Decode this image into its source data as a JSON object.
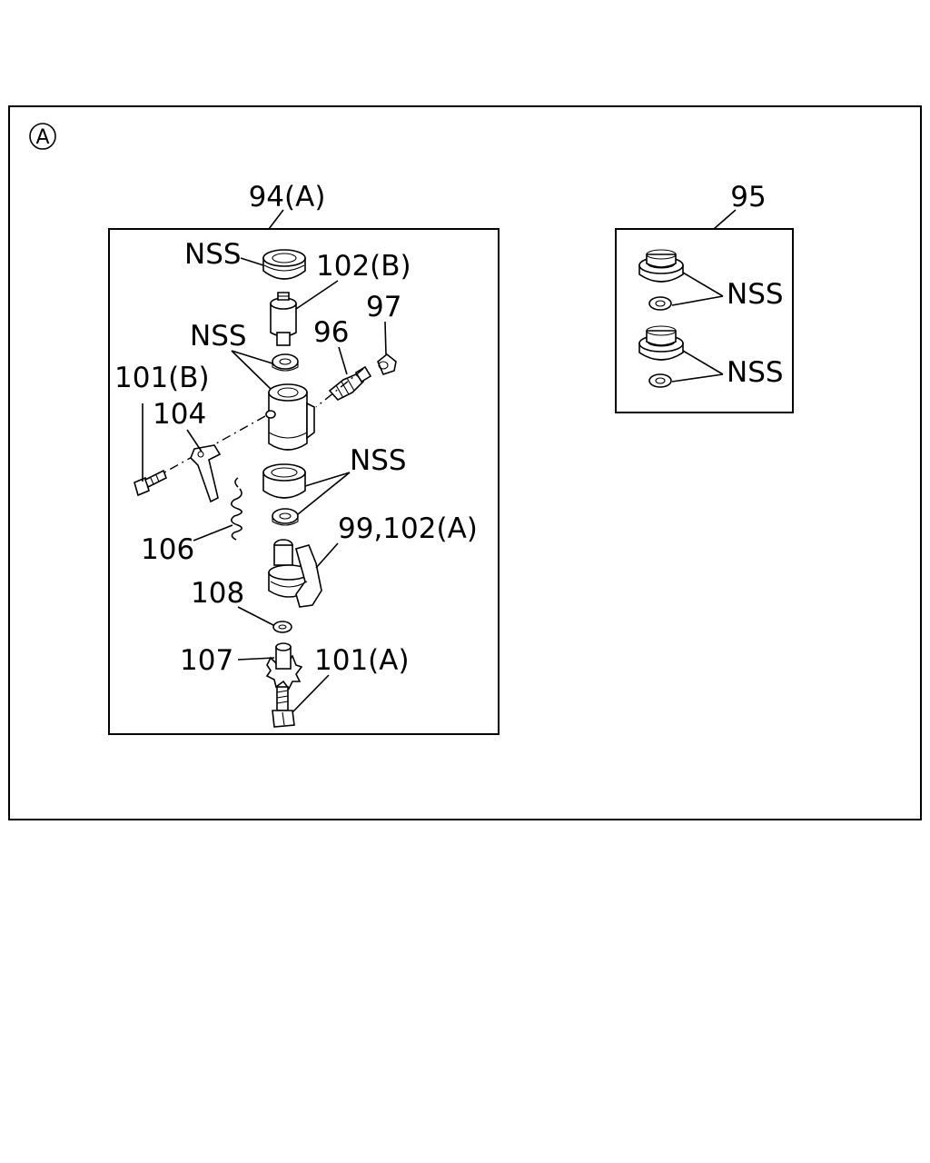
{
  "section_mark": "A",
  "group_left": {
    "title": "94(A)",
    "labels": {
      "nss_top": "NSS",
      "p102b": "102(B)",
      "p97": "97",
      "nss_mid": "NSS",
      "p96": "96",
      "p101b": "101(B)",
      "p104": "104",
      "nss_lower": "NSS",
      "p106": "106",
      "p99_102a": "99,102(A)",
      "p108": "108",
      "p107": "107",
      "p101a": "101(A)"
    }
  },
  "group_right": {
    "title": "95",
    "labels": {
      "nss_upper": "NSS",
      "nss_lower": "NSS"
    }
  }
}
